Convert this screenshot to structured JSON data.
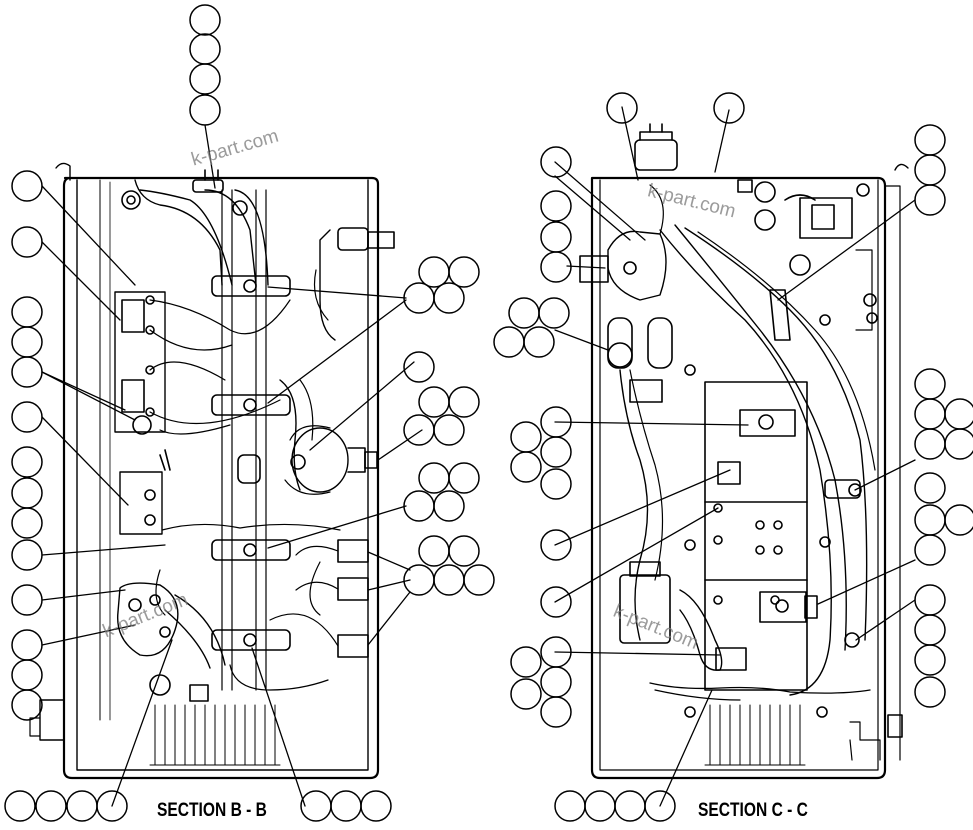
{
  "diagram": {
    "sections": [
      {
        "id": "b",
        "title": "SECTION B - B"
      },
      {
        "id": "c",
        "title": "SECTION C - C"
      }
    ],
    "watermark_text": "k-part.com",
    "colors": {
      "line": "#000000",
      "background": "#ffffff",
      "watermark": "#7a7a7a"
    }
  }
}
